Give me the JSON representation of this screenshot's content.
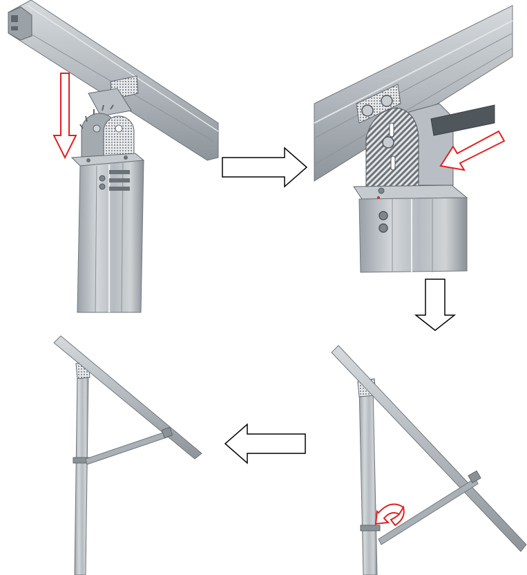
{
  "diagram": {
    "steps": [
      {
        "id": "step-1",
        "content": "rail-lowered-onto-tilt-bracket",
        "arrow_glyph": "down-arrow-icon"
      },
      {
        "id": "step-2",
        "content": "bracket-bolted-brace-inserted",
        "arrow_glyph": "diagonal-arrow-icon"
      },
      {
        "id": "step-3",
        "content": "frame-with-brace-rotating",
        "arrow_glyph": "rotate-arrow-icon"
      },
      {
        "id": "step-4",
        "content": "frame-assembled"
      }
    ],
    "flow_arrows": [
      {
        "name": "flow-arrow-right-icon",
        "from": "step-1",
        "to": "step-2"
      },
      {
        "name": "flow-arrow-down-icon",
        "from": "step-2",
        "to": "step-3"
      },
      {
        "name": "flow-arrow-left-icon",
        "from": "step-3",
        "to": "step-4"
      }
    ],
    "colors": {
      "metal_light": "#c9ced3",
      "metal_mid": "#a9b0b6",
      "metal_dark": "#7f878e",
      "metal_shadow": "#5f666c",
      "annotation_arrow": "#e02020",
      "flow_arrow_stroke": "#000000",
      "background": "#ffffff"
    }
  }
}
